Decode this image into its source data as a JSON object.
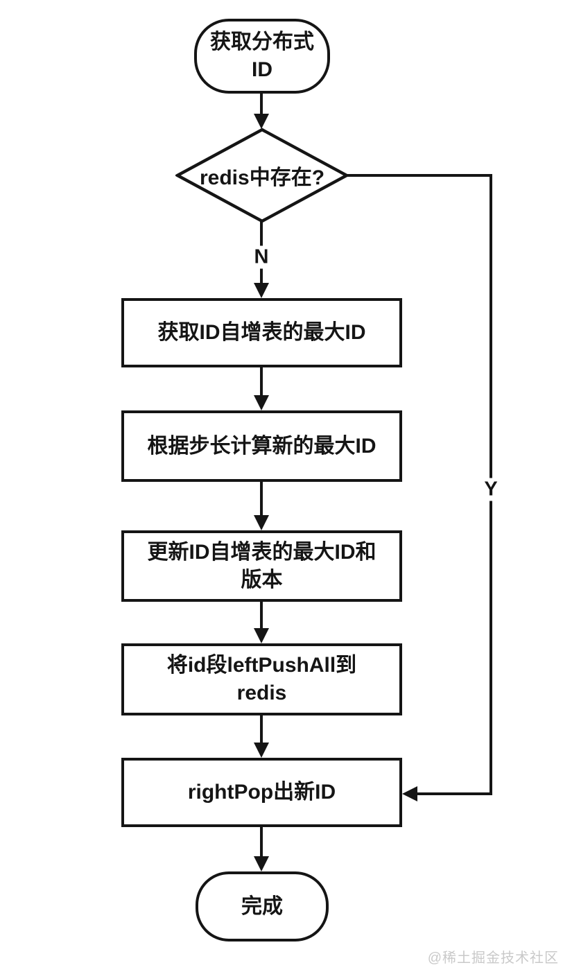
{
  "diagram": {
    "type": "flowchart",
    "nodes": {
      "start": {
        "shape": "terminal",
        "line1": "获取分布式",
        "line2": "ID"
      },
      "decision": {
        "shape": "diamond",
        "label": "redis中存在?"
      },
      "step1": {
        "shape": "process",
        "label": "获取ID自增表的最大ID"
      },
      "step2": {
        "shape": "process",
        "label": "根据步长计算新的最大ID"
      },
      "step3": {
        "shape": "process",
        "line1": "更新ID自增表的最大ID和",
        "line2": "版本"
      },
      "step4": {
        "shape": "process",
        "line1": "将id段leftPushAll到",
        "line2": "redis"
      },
      "step5": {
        "shape": "process",
        "label": "rightPop出新ID"
      },
      "end": {
        "shape": "terminal",
        "label": "完成"
      }
    },
    "edge_labels": {
      "no": "N",
      "yes": "Y"
    },
    "edges": [
      {
        "from": "start",
        "to": "decision"
      },
      {
        "from": "decision",
        "to": "step1",
        "label": "N"
      },
      {
        "from": "step1",
        "to": "step2"
      },
      {
        "from": "step2",
        "to": "step3"
      },
      {
        "from": "step3",
        "to": "step4"
      },
      {
        "from": "step4",
        "to": "step5"
      },
      {
        "from": "decision",
        "to": "step5",
        "label": "Y"
      },
      {
        "from": "step5",
        "to": "end"
      }
    ],
    "watermark": "@稀土掘金技术社区",
    "colors": {
      "line": "#151515",
      "background": "#ffffff",
      "watermark": "#c9c9c9"
    }
  }
}
